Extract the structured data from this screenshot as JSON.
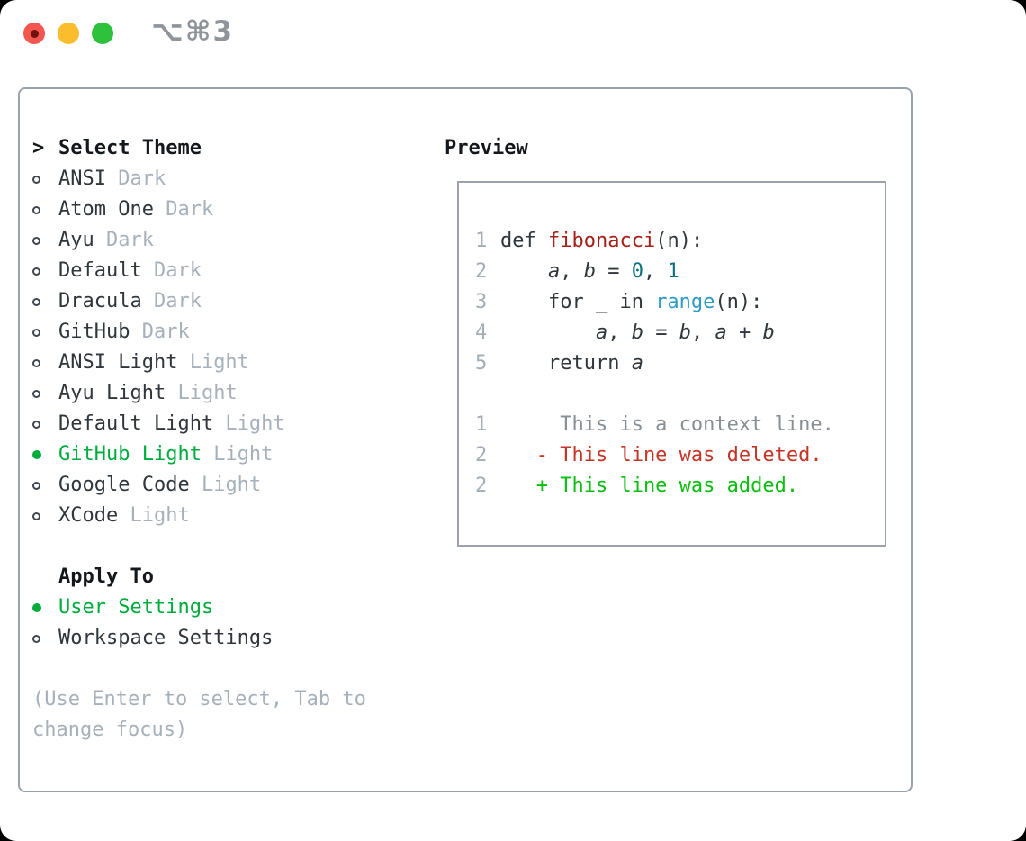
{
  "window": {
    "hotkey_label": "⌥⌘3",
    "traffic_lights": [
      "close",
      "minimize",
      "zoom"
    ]
  },
  "accent_colors": {
    "selected_green": "#00ad3c",
    "muted_gray": "#a7b1bb",
    "dark_text": "#2f363c",
    "panel_border": "#9aa3ad",
    "function_red": "#a42118",
    "number_teal": "#0e727c",
    "builtin_blue": "#2e9bc6",
    "diff_deleted_red": "#c53526",
    "diff_added_green": "#0cbd12",
    "traffic_red": "#f2564e",
    "traffic_yellow": "#fbbd2c",
    "traffic_green": "#2ec13c"
  },
  "theme_panel": {
    "header": {
      "prompt": ">",
      "label": "Select Theme"
    },
    "themes": [
      {
        "name": "ANSI",
        "variant": "Dark",
        "selected": false
      },
      {
        "name": "Atom One",
        "variant": "Dark",
        "selected": false
      },
      {
        "name": "Ayu",
        "variant": "Dark",
        "selected": false
      },
      {
        "name": "Default",
        "variant": "Dark",
        "selected": false
      },
      {
        "name": "Dracula",
        "variant": "Dark",
        "selected": false
      },
      {
        "name": "GitHub",
        "variant": "Dark",
        "selected": false
      },
      {
        "name": "ANSI Light",
        "variant": "Light",
        "selected": false
      },
      {
        "name": "Ayu Light",
        "variant": "Light",
        "selected": false
      },
      {
        "name": "Default Light",
        "variant": "Light",
        "selected": false
      },
      {
        "name": "GitHub Light",
        "variant": "Light",
        "selected": true
      },
      {
        "name": "Google Code",
        "variant": "Light",
        "selected": false
      },
      {
        "name": "XCode",
        "variant": "Light",
        "selected": false
      }
    ],
    "apply_to": {
      "label": "Apply To",
      "options": [
        {
          "name": "User Settings",
          "selected": true
        },
        {
          "name": "Workspace Settings",
          "selected": false
        }
      ]
    },
    "help_text": "(Use Enter to select, Tab to change focus)"
  },
  "preview": {
    "label": "Preview",
    "lines": [
      {
        "n": "1",
        "segs": [
          {
            "t": "def ",
            "k": "plain"
          },
          {
            "t": "fibonacci",
            "k": "func"
          },
          {
            "t": "(n):",
            "k": "plain"
          }
        ]
      },
      {
        "n": "2",
        "segs": [
          {
            "t": "    ",
            "k": "plain"
          },
          {
            "t": "a",
            "k": "var"
          },
          {
            "t": ", ",
            "k": "plain"
          },
          {
            "t": "b",
            "k": "var"
          },
          {
            "t": " = ",
            "k": "plain"
          },
          {
            "t": "0",
            "k": "num"
          },
          {
            "t": ", ",
            "k": "plain"
          },
          {
            "t": "1",
            "k": "num"
          }
        ]
      },
      {
        "n": "3",
        "segs": [
          {
            "t": "    for _ in ",
            "k": "plain"
          },
          {
            "t": "range",
            "k": "builtin"
          },
          {
            "t": "(n):",
            "k": "plain"
          }
        ]
      },
      {
        "n": "4",
        "segs": [
          {
            "t": "        ",
            "k": "plain"
          },
          {
            "t": "a",
            "k": "var"
          },
          {
            "t": ", ",
            "k": "plain"
          },
          {
            "t": "b",
            "k": "var"
          },
          {
            "t": " = ",
            "k": "plain"
          },
          {
            "t": "b",
            "k": "var"
          },
          {
            "t": ", ",
            "k": "plain"
          },
          {
            "t": "a",
            "k": "var"
          },
          {
            "t": " + ",
            "k": "plain"
          },
          {
            "t": "b",
            "k": "var"
          }
        ]
      },
      {
        "n": "5",
        "segs": [
          {
            "t": "    return ",
            "k": "plain"
          },
          {
            "t": "a",
            "k": "var"
          }
        ]
      },
      {
        "n": "",
        "segs": []
      },
      {
        "n": "1",
        "segs": [
          {
            "t": "     This is a context line.",
            "k": "context"
          }
        ]
      },
      {
        "n": "2",
        "segs": [
          {
            "t": "   - This line was deleted.",
            "k": "deleted"
          }
        ]
      },
      {
        "n": "2",
        "segs": [
          {
            "t": "   + This line was added.",
            "k": "added"
          }
        ]
      }
    ]
  }
}
